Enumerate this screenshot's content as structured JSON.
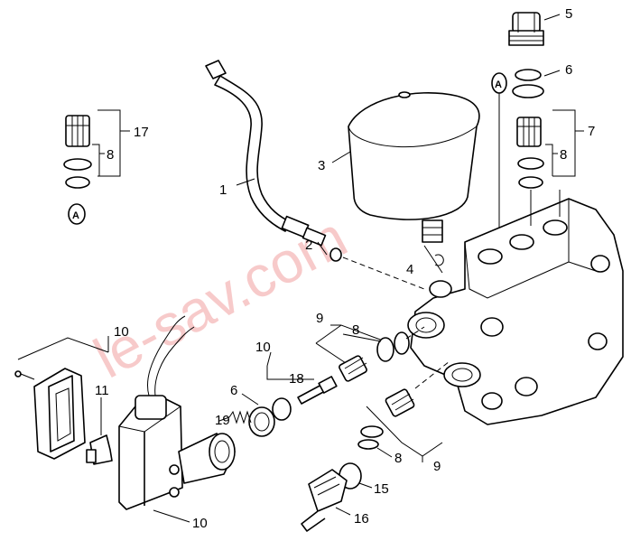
{
  "labels": {
    "l1": "1",
    "l2": "2",
    "l3": "3",
    "l4": "4",
    "l5": "5",
    "l6a": "6",
    "l6b": "6",
    "l7": "7",
    "l8a": "8",
    "l8b": "8",
    "l8c": "8",
    "l8d": "8",
    "l9a": "9",
    "l9b": "9",
    "l10a": "10",
    "l10b": "10",
    "l10c": "10",
    "l11": "11",
    "l15": "15",
    "l16": "16",
    "l17": "17",
    "l18": "18",
    "l19": "19",
    "markerA1": "A",
    "markerA2": "A"
  },
  "watermark": "le-sav.com",
  "colors": {
    "ink": "#000000",
    "watermark": "#f2a0a0",
    "background": "#ffffff"
  }
}
